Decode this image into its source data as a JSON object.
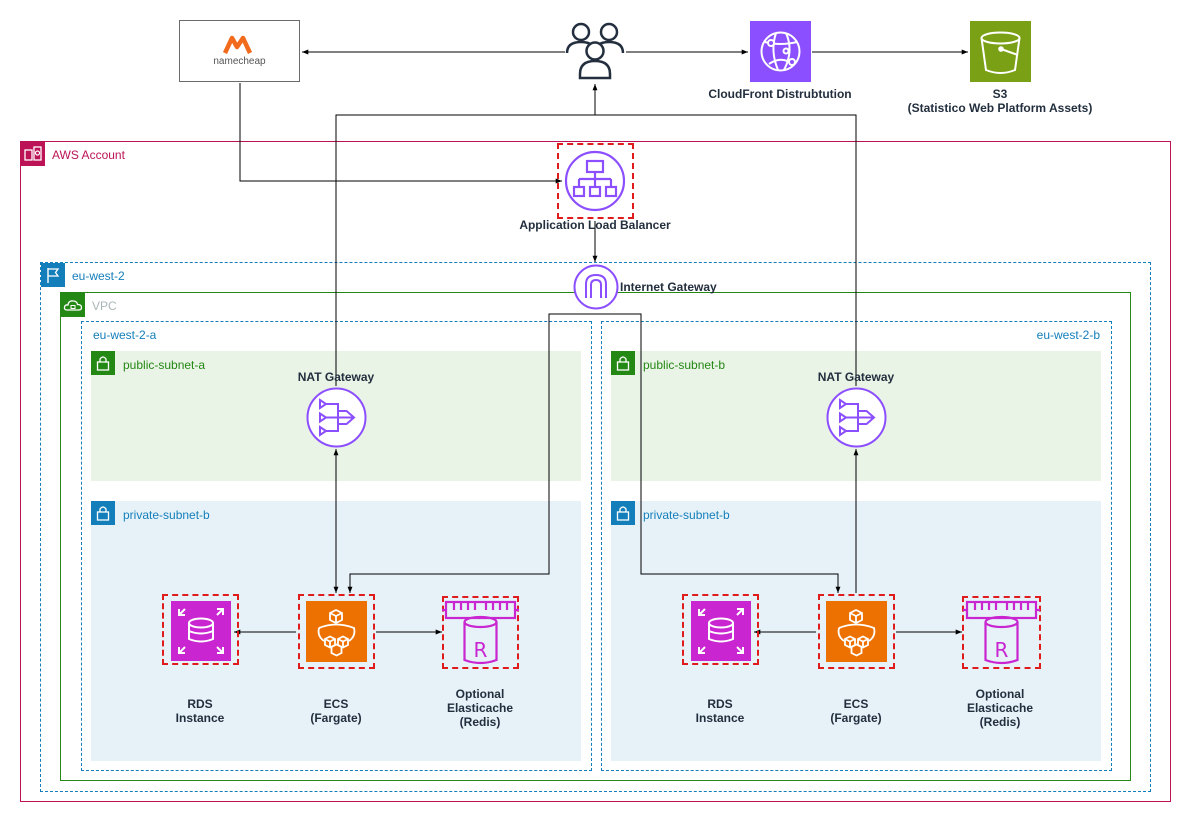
{
  "external": {
    "namecheap": "namecheap",
    "users_icon": "users-icon",
    "cloudfront": "CloudFront Distrubtution",
    "s3_title": "S3",
    "s3_subtitle": "(Statistico Web Platform Assets)"
  },
  "account": {
    "label": "AWS Account"
  },
  "alb": {
    "label": "Application Load Balancer"
  },
  "region": {
    "label": "eu-west-2"
  },
  "vpc": {
    "label": "VPC"
  },
  "igw": {
    "label": "Internet Gateway"
  },
  "az_a": {
    "label": "eu-west-2-a",
    "public_subnet": "public-subnet-a",
    "private_subnet": "private-subnet-b",
    "nat": "NAT Gateway",
    "rds": [
      "RDS",
      "Instance"
    ],
    "ecs": [
      "ECS",
      "(Fargate)"
    ],
    "cache": [
      "Optional",
      "Elasticache",
      "(Redis)"
    ]
  },
  "az_b": {
    "label": "eu-west-2-b",
    "public_subnet": "public-subnet-b",
    "private_subnet": "private-subnet-b",
    "nat": "NAT Gateway",
    "rds": [
      "RDS",
      "Instance"
    ],
    "ecs": [
      "ECS",
      "(Fargate)"
    ],
    "cache": [
      "Optional",
      "Elasticache",
      "(Redis)"
    ]
  },
  "colors": {
    "account": "#bc1356",
    "region": "#147eba",
    "vpc": "#248814",
    "public_fill": "#e9f3e6",
    "private_fill": "#e6f2f8",
    "purple": "#8c4fff",
    "orange": "#ed7100",
    "magenta": "#c925d1",
    "green_s3": "#7aa116",
    "redline": "#e01b1b"
  }
}
